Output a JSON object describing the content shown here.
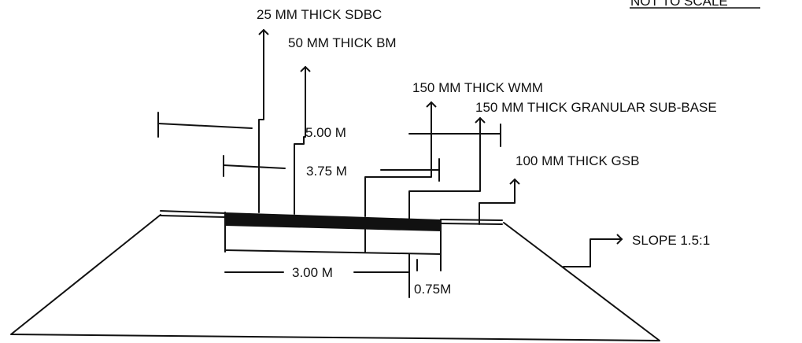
{
  "header": {
    "scale_note": "NOT TO SCALE"
  },
  "layers": {
    "sdbc": "25 MM THICK SDBC",
    "bm": "50 MM THICK BM",
    "wmm": "150 MM THICK WMM",
    "granular_sub_base": "150 MM THICK GRANULAR SUB-BASE",
    "gsb": "100 MM THICK GSB"
  },
  "dimensions": {
    "width_5": "5.00 M",
    "width_375": "3.75 M",
    "width_3": "3.00 M",
    "width_075": "0.75M"
  },
  "slope": {
    "label": "SLOPE 1.5:1"
  },
  "colors": {
    "ink": "#111111",
    "wearing_course": "#111111",
    "background": "#ffffff"
  }
}
